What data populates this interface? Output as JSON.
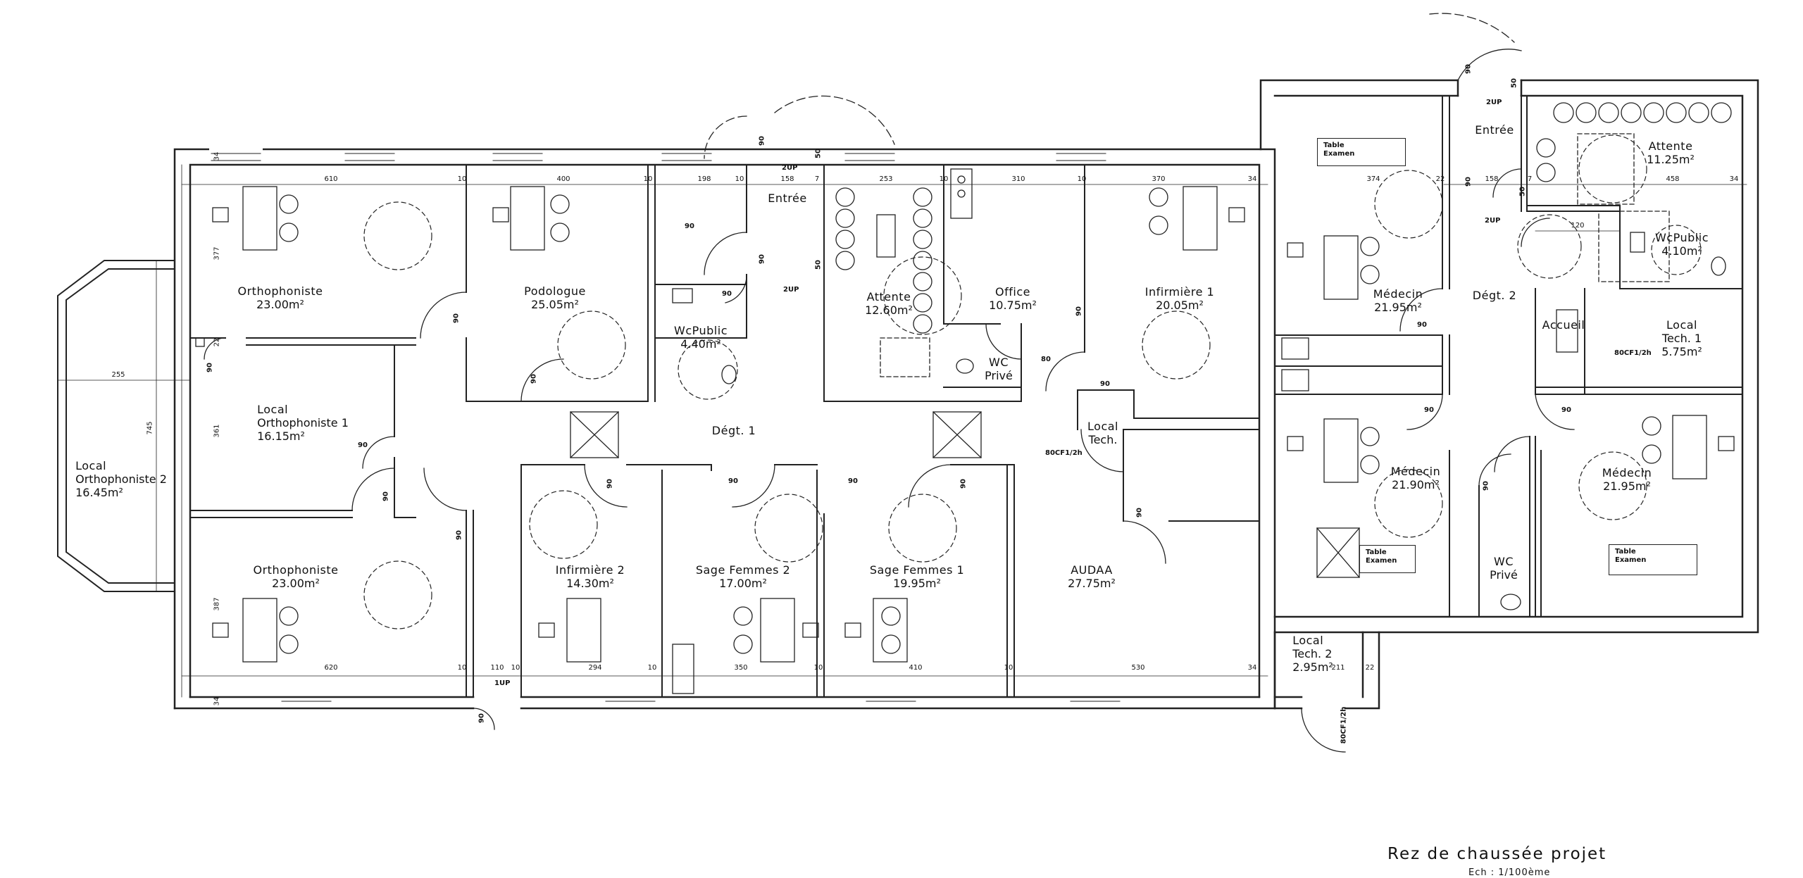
{
  "plan": {
    "title": "Rez de chaussée projet",
    "scale": "Ech : 1/100ème",
    "rooms": [
      {
        "id": "orthophoniste-top",
        "name": "Orthophoniste",
        "area": "23.00m²"
      },
      {
        "id": "podologue",
        "name": "Podologue",
        "area": "25.05m²"
      },
      {
        "id": "wcpublic-1",
        "name": "WcPublic",
        "area": "4.40m²"
      },
      {
        "id": "entree-1",
        "name": "Entrée",
        "area": ""
      },
      {
        "id": "attente-1",
        "name": "Attente",
        "area": "12.60m²"
      },
      {
        "id": "office",
        "name": "Office",
        "area": "10.75m²"
      },
      {
        "id": "wc-prive-1",
        "name": "WC",
        "area": "Privé"
      },
      {
        "id": "infirmiere-1",
        "name": "Infirmière 1",
        "area": "20.05m²"
      },
      {
        "id": "local-ortho-1",
        "name": "Local",
        "area": "Orthophoniste 1",
        "extra": "16.15m²"
      },
      {
        "id": "local-ortho-2",
        "name": "Local",
        "area": "Orthophoniste 2",
        "extra": "16.45m²"
      },
      {
        "id": "degt-1",
        "name": "Dégt. 1",
        "area": ""
      },
      {
        "id": "local-tech",
        "name": "Local",
        "area": "Tech."
      },
      {
        "id": "orthophoniste-bottom",
        "name": "Orthophoniste",
        "area": "23.00m²"
      },
      {
        "id": "infirmiere-2",
        "name": "Infirmière 2",
        "area": "14.30m²"
      },
      {
        "id": "sage-femmes-2",
        "name": "Sage Femmes 2",
        "area": "17.00m²"
      },
      {
        "id": "sage-femmes-1",
        "name": "Sage Femmes 1",
        "area": "19.95m²"
      },
      {
        "id": "audaa",
        "name": "AUDAA",
        "area": "27.75m²"
      },
      {
        "id": "medecin-top",
        "name": "Médecin",
        "area": "21.95m²"
      },
      {
        "id": "entree-2",
        "name": "Entrée",
        "area": ""
      },
      {
        "id": "attente-2",
        "name": "Attente",
        "area": "11.25m²"
      },
      {
        "id": "wcpublic-2",
        "name": "WcPublic",
        "area": "4.10m²"
      },
      {
        "id": "degt-2",
        "name": "Dégt. 2",
        "area": ""
      },
      {
        "id": "accueil",
        "name": "Accueil",
        "area": ""
      },
      {
        "id": "local-tech-1",
        "name": "Local",
        "area": "Tech. 1",
        "extra": "5.75m²"
      },
      {
        "id": "medecin-mid",
        "name": "Médecin",
        "area": "21.90m²"
      },
      {
        "id": "medecin-right",
        "name": "Médecin",
        "area": "21.95m²"
      },
      {
        "id": "wc-prive-2",
        "name": "WC",
        "area": "Privé"
      },
      {
        "id": "local-tech-2",
        "name": "Local",
        "area": "Tech. 2",
        "extra": "2.95m²"
      }
    ],
    "tables": [
      {
        "line1": "Table",
        "line2": "Examen"
      },
      {
        "line1": "Table",
        "line2": "Examen"
      },
      {
        "line1": "Table",
        "line2": "Examen"
      }
    ],
    "dims_top": [
      "34",
      "610",
      "10",
      "400",
      "10",
      "198",
      "10",
      "158",
      "7",
      "253",
      "10",
      "310",
      "10",
      "370",
      "34",
      "374",
      "22",
      "158",
      "7",
      "458",
      "34"
    ],
    "dims_bottom": [
      "34",
      "620",
      "10",
      "110",
      "10",
      "294",
      "10",
      "350",
      "10",
      "410",
      "10",
      "530",
      "34",
      "211",
      "22"
    ],
    "dims_side": [
      "34",
      "377",
      "22",
      "361",
      "387",
      "34",
      "255",
      "745",
      "120"
    ],
    "doors": [
      "90",
      "50",
      "2UP",
      "1UP",
      "80",
      "80CF1/2h"
    ]
  }
}
